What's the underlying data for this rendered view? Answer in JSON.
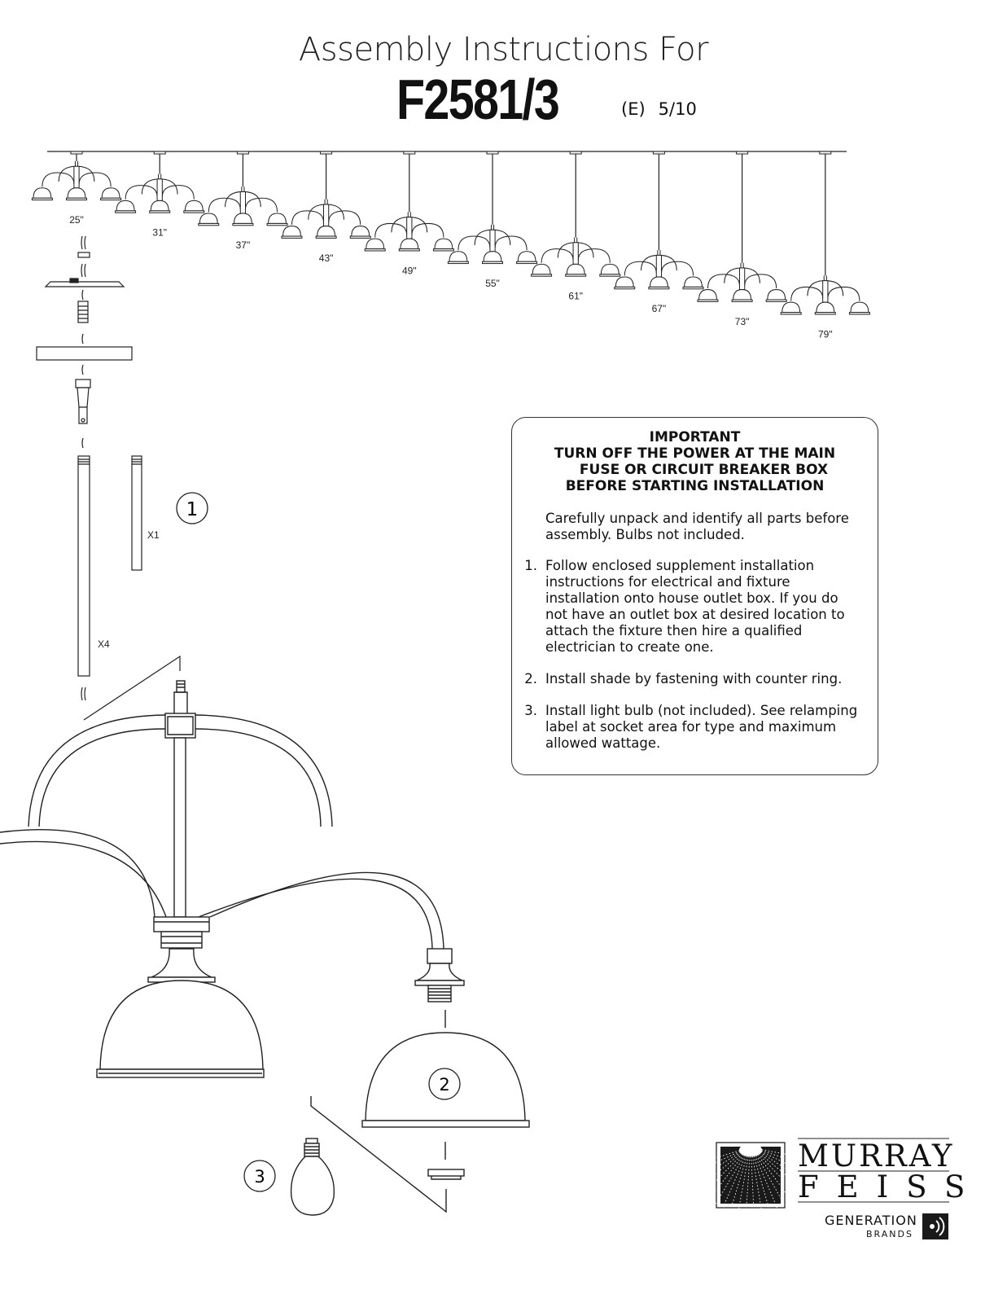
{
  "header": {
    "title": "Assembly Instructions For",
    "model": "F2581/3",
    "edition": "(E)",
    "date": "5/10"
  },
  "heights": [
    "25\"",
    "31\"",
    "37\"",
    "43\"",
    "49\"",
    "55\"",
    "61\"",
    "67\"",
    "73\"",
    "79\""
  ],
  "parts": {
    "qty_long": "X4",
    "qty_short": "X1"
  },
  "steps": {
    "one": "1",
    "two": "2",
    "three": "3"
  },
  "notice": {
    "heading": [
      "IMPORTANT",
      "TURN OFF THE POWER AT THE MAIN",
      "FUSE OR CIRCUIT BREAKER BOX",
      "BEFORE STARTING INSTALLATION"
    ],
    "intro": "Carefully unpack and identify all parts before assembly.  Bulbs not included.",
    "items": [
      {
        "num": "1.",
        "text": "Follow enclosed supplement installation instructions for electrical and fixture installation onto house outlet box. If you do not have an outlet box at desired location to attach the fixture then hire a qualified electrician to create one."
      },
      {
        "num": "2.",
        "text": "Install shade by fastening with counter ring."
      },
      {
        "num": "3.",
        "text": "Install light bulb (not included).  See relamping label at socket area for type and maximum allowed wattage."
      }
    ]
  },
  "brand": {
    "line1": "MURRAY",
    "line2": "FEISS",
    "parent": "GENERATION",
    "parent_sub": "BRANDS"
  }
}
